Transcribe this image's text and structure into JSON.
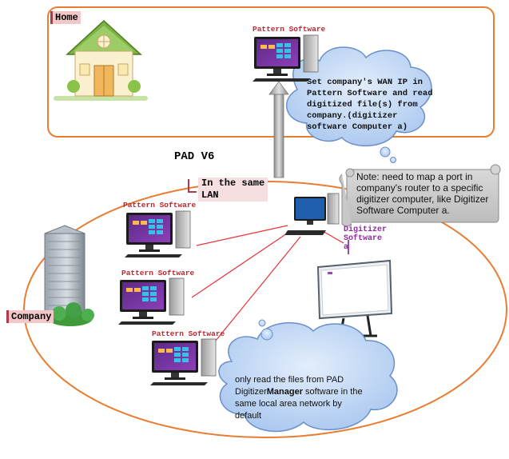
{
  "home": {
    "label": "Home"
  },
  "company": {
    "label": "Company"
  },
  "pad_title": "PAD V6",
  "lan_tag": {
    "line1": "In the same",
    "line2": "LAN"
  },
  "pattern_software_label": "Pattern Software",
  "pattern_software_labels": [
    "Pattern Software",
    "Pattern Software",
    "Pattern Software",
    "Pattern Software"
  ],
  "digitizer_label": {
    "line1": "Digitizer",
    "line2": "Software",
    "line3": "a"
  },
  "wan_cloud": {
    "lines": [
      "Set company's WAN IP in",
      "Pattern Software and read",
      "digitized file(s) from",
      "company.(digitizer",
      "software Computer a)"
    ]
  },
  "note_scroll": {
    "lines": [
      "Note: need to map a port in",
      "company's router to a specific",
      "digitizer computer, like Digitizer",
      "Software Computer a."
    ]
  },
  "lan_cloud": {
    "line1": "only read the files from PAD",
    "line2_a": "Digitizer",
    "line2_b": "Manager",
    "line2_c": " software in the",
    "line3": "same local area network by",
    "line4": "default"
  },
  "colors": {
    "orange_border": "#e97d32",
    "connector_red": "#e8333a",
    "cloud_fill": "#b9d3f3",
    "cloud_stroke": "#6a8fc8",
    "tag_fill": "#f2c7c9"
  }
}
